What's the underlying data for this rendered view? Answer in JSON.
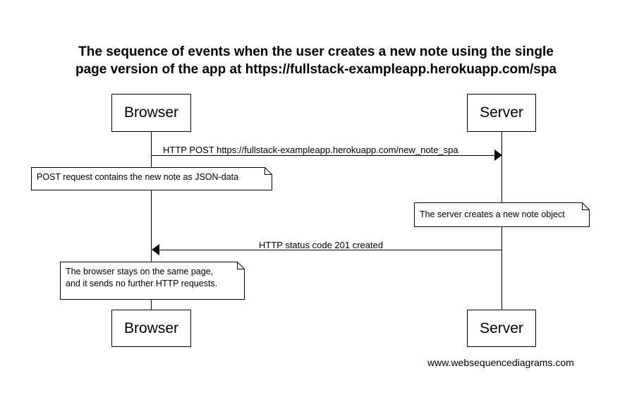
{
  "diagram": {
    "title_line1": "The sequence of events when the user creates a new note using the single",
    "title_line2": "page version of the app at https://fullstack-exampleapp.herokuapp.com/spa",
    "actors": {
      "browser": "Browser",
      "server": "Server"
    },
    "messages": [
      {
        "from": "Browser",
        "to": "Server",
        "label": "HTTP POST https://fullstack-exampleapp.herokuapp.com/new_note_spa"
      },
      {
        "from": "Server",
        "to": "Browser",
        "label": "HTTP status code 201 created"
      }
    ],
    "notes": [
      {
        "text": "POST request contains the new note as JSON-data"
      },
      {
        "text": "The server creates a new note object"
      },
      {
        "line1": "The browser stays on the same page,",
        "line2": "and it sends no further HTTP requests."
      }
    ],
    "watermark": "www.websequencediagrams.com"
  }
}
